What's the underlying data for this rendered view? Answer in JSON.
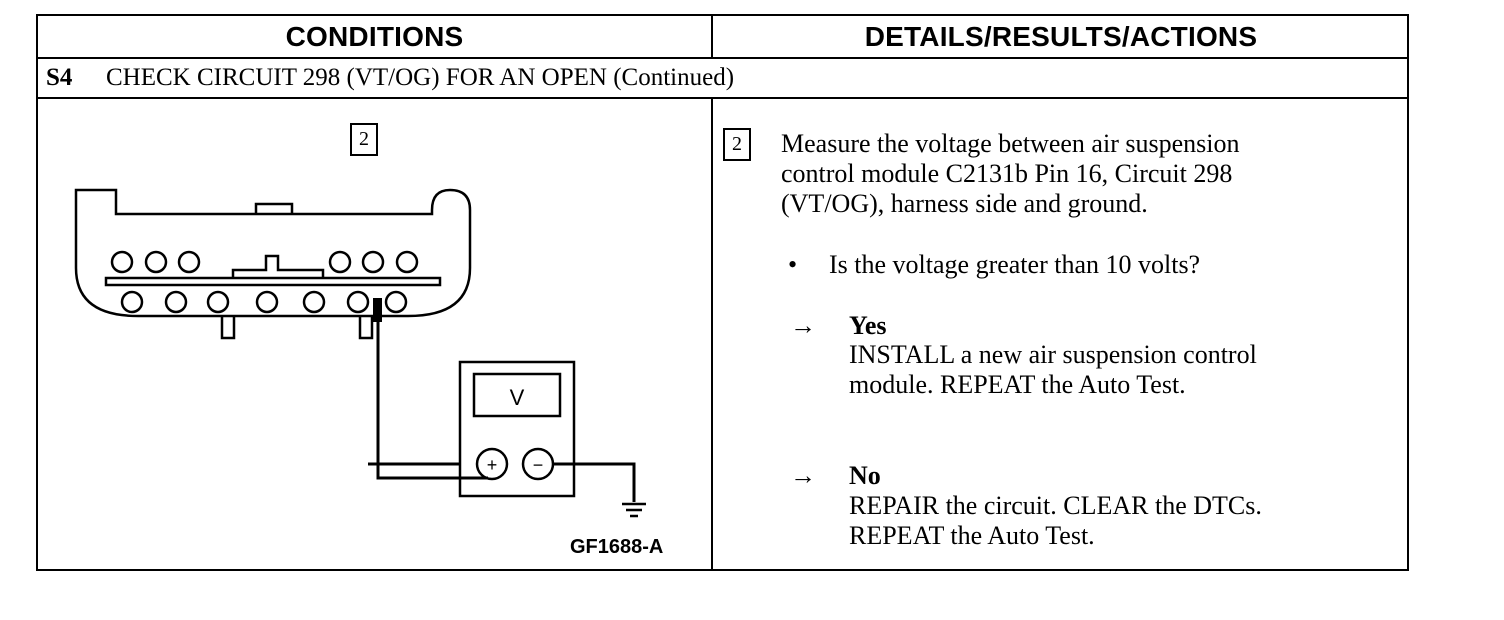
{
  "header": {
    "conditions": "CONDITIONS",
    "details": "DETAILS/RESULTS/ACTIONS"
  },
  "step": {
    "id": "S4",
    "title": "CHECK CIRCUIT 298 (VT/OG) FOR AN OPEN (Continued)"
  },
  "figure": {
    "step_number": "2",
    "meter_label": "V",
    "plus_symbol": "+",
    "minus_symbol": "−",
    "figure_id": "GF1688-A"
  },
  "details": {
    "step_number": "2",
    "instruction_lines": [
      "Measure the voltage between air suspension",
      "control module C2131b Pin 16, Circuit 298",
      "(VT/OG), harness side and ground."
    ],
    "question_bullet": "•",
    "question": "Is the voltage greater than 10 volts?",
    "yes": {
      "arrow": "→",
      "label": "Yes",
      "lines": [
        "INSTALL a new air suspension control",
        "module. REPEAT the Auto Test."
      ]
    },
    "no": {
      "arrow": "→",
      "label": "No",
      "lines": [
        "REPAIR the circuit. CLEAR the DTCs.",
        "REPEAT the Auto Test."
      ]
    }
  }
}
